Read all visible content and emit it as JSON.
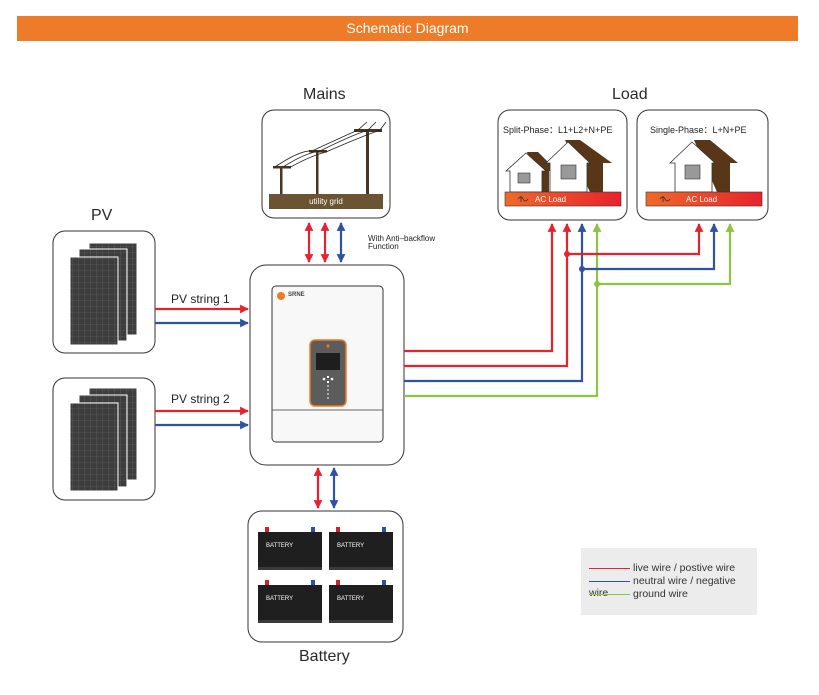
{
  "title": "Schematic Diagram",
  "sections": {
    "mains": "Mains",
    "load": "Load",
    "pv": "PV",
    "battery": "Battery"
  },
  "mains": {
    "ground_label": "utility grid",
    "note_line1": "With Anti–backflow",
    "note_line2": "Function"
  },
  "pv_strings": [
    "PV string 1",
    "PV string 2"
  ],
  "inverter": {
    "brand": "SRNE"
  },
  "loads": [
    {
      "title": "Split-Phase：L1+L2+N+PE",
      "bar_label": "AC Load"
    },
    {
      "title": "Single-Phase：L+N+PE",
      "bar_label": "AC Load"
    }
  ],
  "battery_label": "BATTERY",
  "legend": [
    {
      "label": "live wire / postive wire",
      "color": "#e8222d"
    },
    {
      "label": "neutral wire / negative wire",
      "color": "#2f52a3"
    },
    {
      "label": "ground wire",
      "color": "#8cc53f"
    }
  ],
  "colors": {
    "live": "#e8222d",
    "neutral": "#2f52a3",
    "ground": "#8cc53f",
    "accent": "#ee7b28"
  }
}
